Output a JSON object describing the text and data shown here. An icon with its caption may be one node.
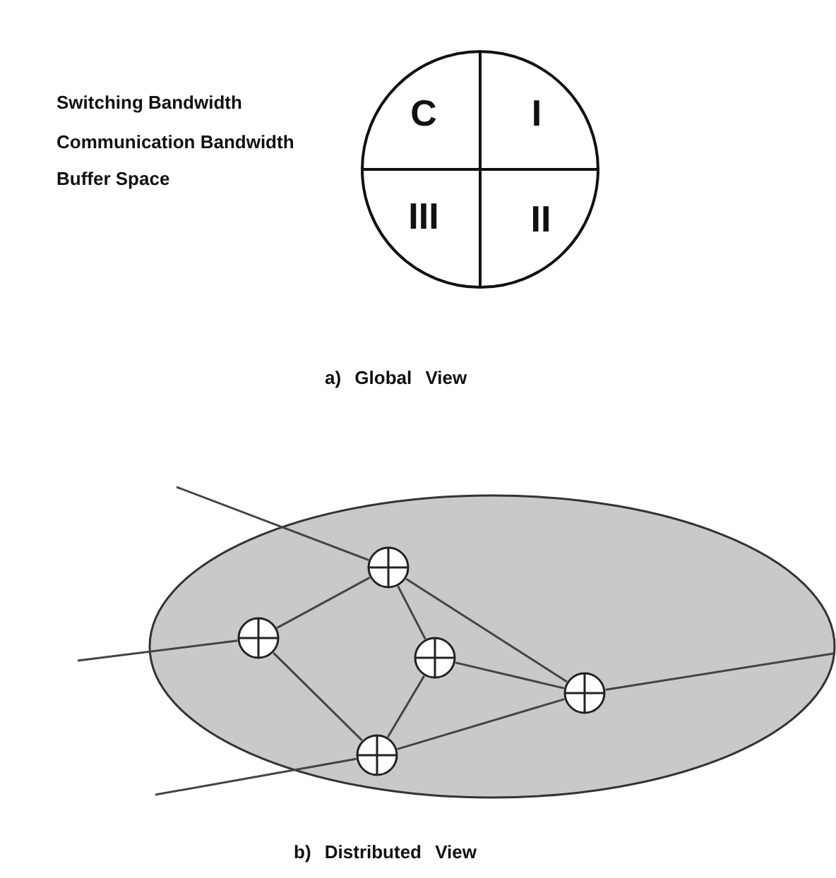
{
  "diagram": {
    "nodes": [
      {
        "text": [
          "C",
          "I",
          "III",
          "II"
        ]
      },
      {
        "text": [],
        "shape": "ellipse"
      },
      {
        "text": [],
        "shape": "circle",
        "in": 1
      },
      {
        "text": [],
        "shape": "circle",
        "in": 1
      },
      {
        "text": [],
        "shape": "circle",
        "in": 1
      },
      {
        "text": [],
        "shape": "circle",
        "in": 1
      },
      {
        "text": [],
        "shape": "circle",
        "in": 1
      }
    ],
    "edges": [
      {
        "from": 2,
        "to": 3,
        "arrow": "none"
      },
      {
        "from": 2,
        "to": 4,
        "arrow": "none"
      },
      {
        "from": 2,
        "to": 5,
        "arrow": "none"
      },
      {
        "from": 3,
        "to": 6,
        "arrow": "none"
      },
      {
        "from": 4,
        "to": 6,
        "arrow": "none"
      },
      {
        "from": 4,
        "to": 5,
        "arrow": "none"
      },
      {
        "from": 6,
        "to": 5,
        "arrow": "none"
      },
      {
        "from": null,
        "to": 2,
        "arrow": "none"
      },
      {
        "from": null,
        "to": 3,
        "arrow": "none"
      },
      {
        "from": null,
        "to": 6,
        "arrow": "none"
      },
      {
        "from": 5,
        "to": null,
        "arrow": "none"
      }
    ],
    "labels": [
      "Switching Bandwidth",
      "Communication Bandwidth",
      "Buffer Space",
      "a) Global View",
      "b) Distributed View"
    ]
  }
}
